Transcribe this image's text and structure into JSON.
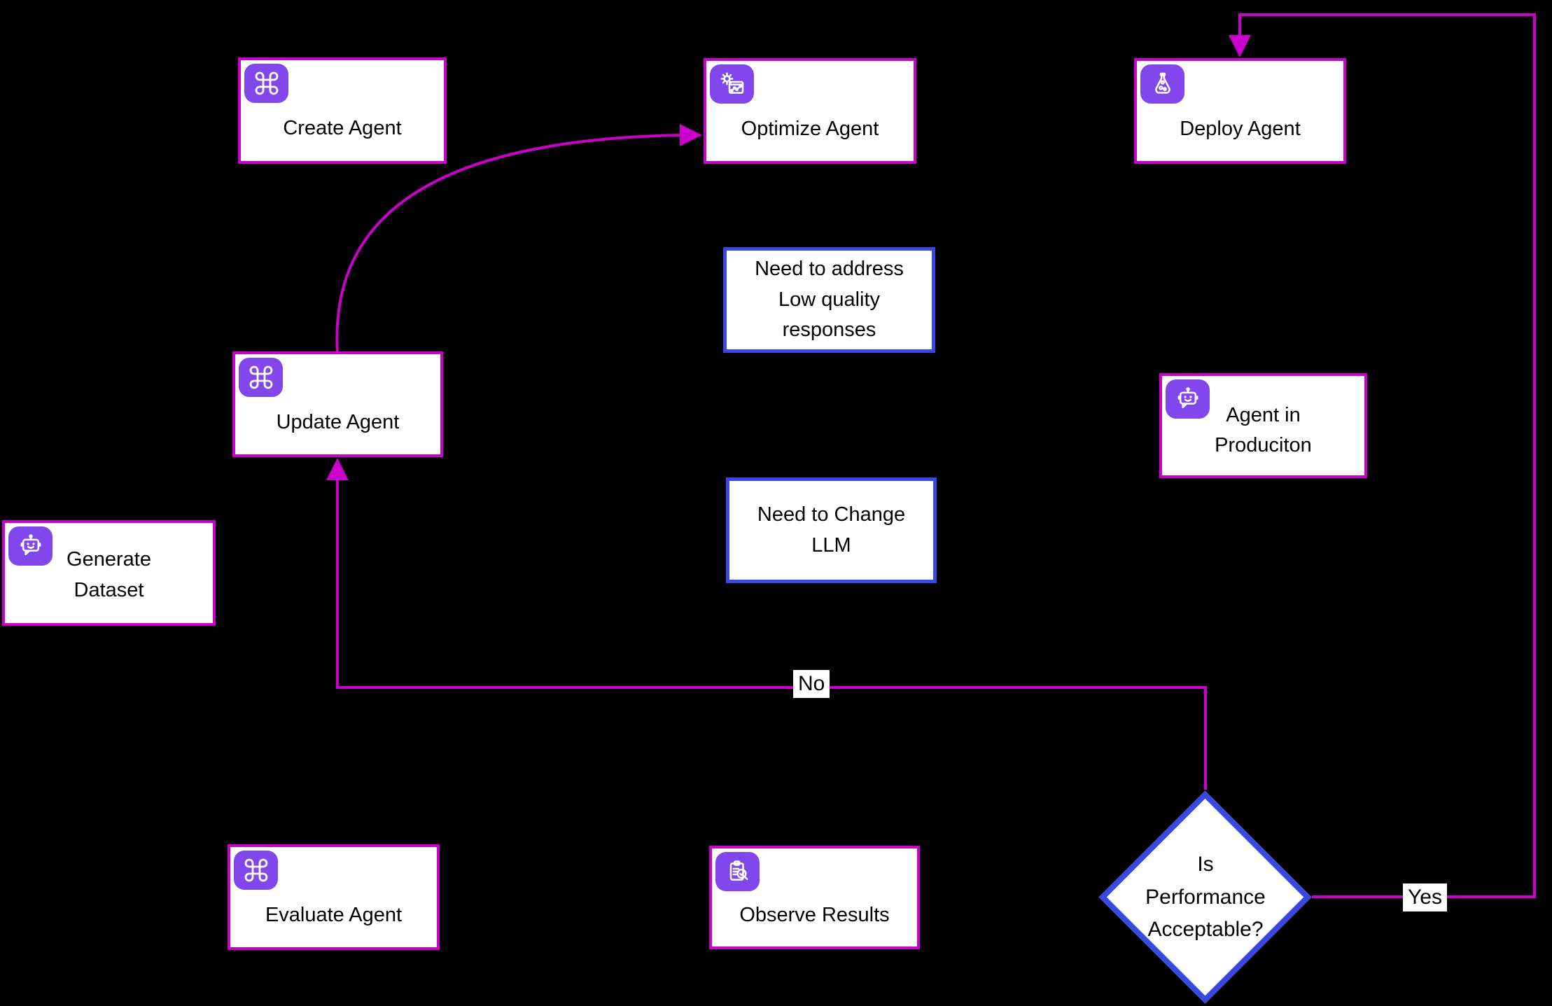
{
  "colors": {
    "background": "#000000",
    "node_fill": "#FFFFFF",
    "magenta_border": "#CC00CC",
    "blue_border": "#3947E5",
    "icon_badge": "#8247EC",
    "connector": "#CC00CC",
    "text": "#000000"
  },
  "nodes": [
    {
      "id": "create-agent",
      "icon": "command-icon",
      "border": "magenta",
      "lines": [
        "Create Agent"
      ]
    },
    {
      "id": "optimize-agent",
      "icon": "gear-chart-icon",
      "border": "magenta",
      "lines": [
        "Optimize Agent"
      ]
    },
    {
      "id": "deploy-agent",
      "icon": "flask-icon",
      "border": "magenta",
      "lines": [
        "Deploy Agent"
      ]
    },
    {
      "id": "update-agent",
      "icon": "command-icon",
      "border": "magenta",
      "lines": [
        "Update Agent"
      ]
    },
    {
      "id": "need-to-address",
      "icon": null,
      "border": "blue",
      "lines": [
        "Need to address",
        "Low quality",
        "responses"
      ]
    },
    {
      "id": "agent-in-production",
      "icon": "robot-chat-icon",
      "border": "magenta",
      "lines": [
        "Agent in",
        "Produciton"
      ]
    },
    {
      "id": "need-to-change-llm",
      "icon": null,
      "border": "blue",
      "lines": [
        "Need to Change",
        "LLM"
      ]
    },
    {
      "id": "generate-dataset",
      "icon": "robot-chat-icon",
      "border": "magenta",
      "lines": [
        "Generate",
        "Dataset"
      ]
    },
    {
      "id": "evaluate-agent",
      "icon": "command-icon",
      "border": "magenta",
      "lines": [
        "Evaluate Agent"
      ]
    },
    {
      "id": "observe-results",
      "icon": "clipboard-search-icon",
      "border": "magenta",
      "lines": [
        "Observe Results"
      ]
    }
  ],
  "decision": {
    "id": "is-performance-acceptable",
    "lines": [
      "Is",
      "Performance",
      "Acceptable?"
    ]
  },
  "edges": {
    "no_label": "No",
    "yes_label": "Yes"
  }
}
